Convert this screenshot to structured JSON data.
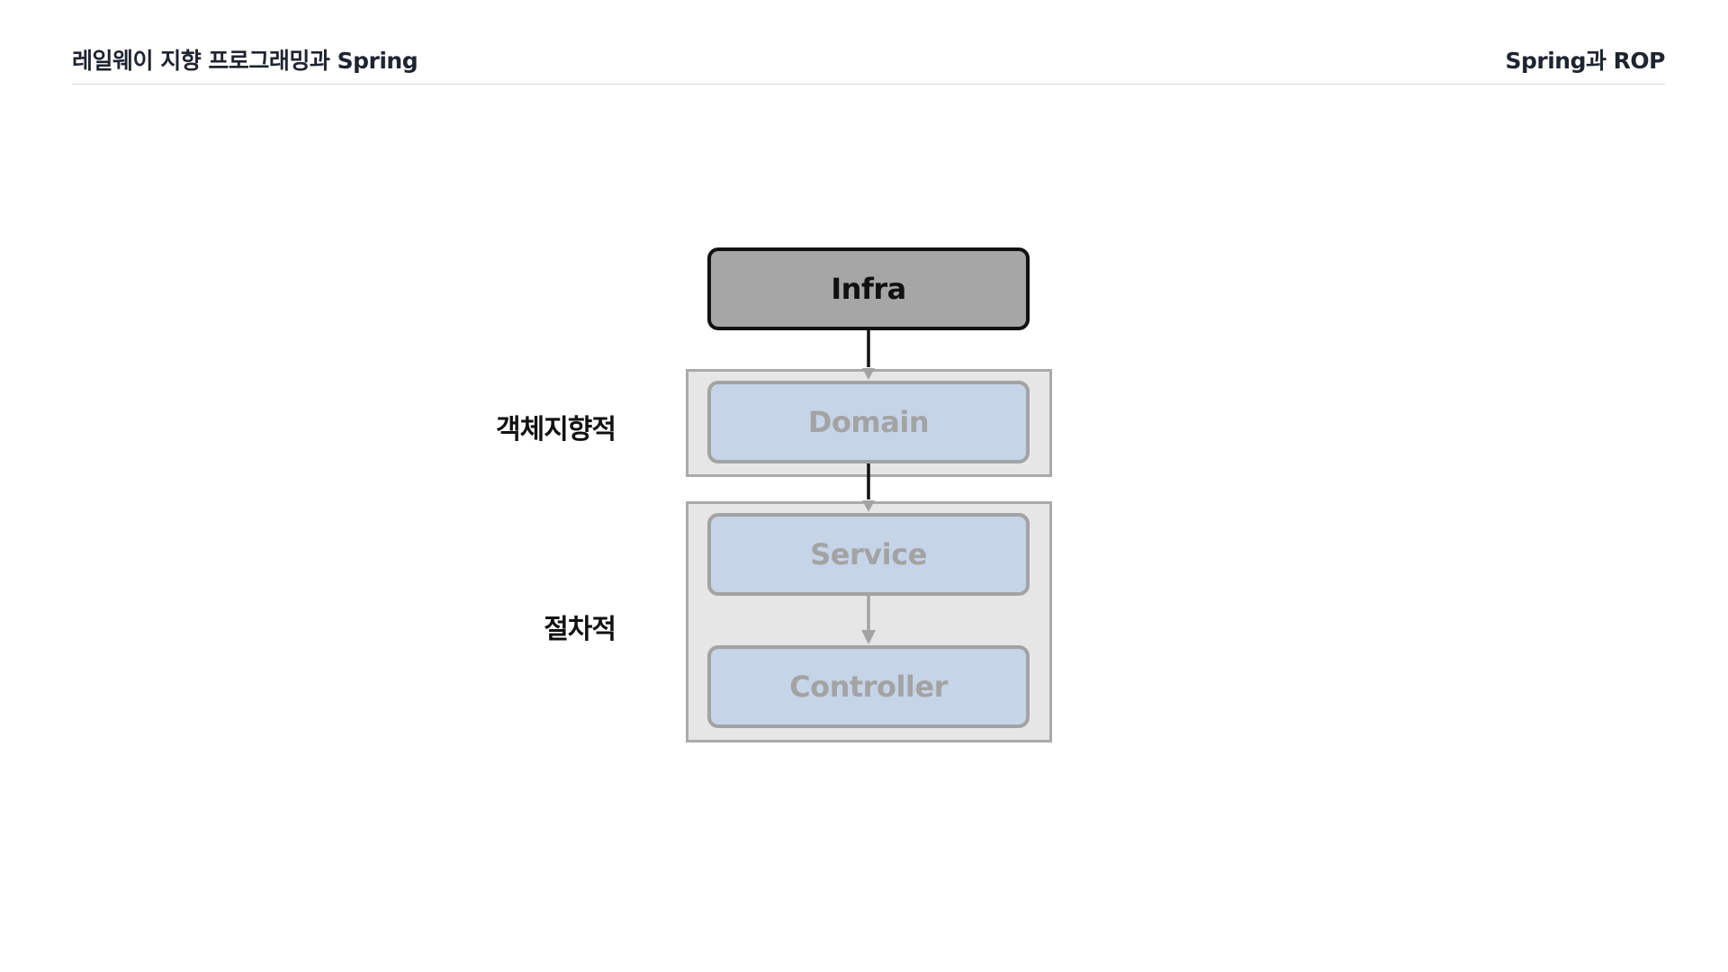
{
  "header": {
    "left_title": "레일웨이 지향 프로그래밍과 Spring",
    "right_title": "Spring과 ROP"
  },
  "diagram": {
    "nodes": {
      "infra": "Infra",
      "domain": "Domain",
      "service": "Service",
      "controller": "Controller"
    },
    "groups": {
      "object_oriented": "객체지향적",
      "procedural": "절차적"
    },
    "colors": {
      "infra_fill": "#a6a6a6",
      "infra_border": "#111111",
      "faded_fill": "#c6d4e8",
      "faded_border": "#a3a3a3",
      "group_fill": "#e6e6e6",
      "group_border": "#aaaaaa"
    }
  }
}
